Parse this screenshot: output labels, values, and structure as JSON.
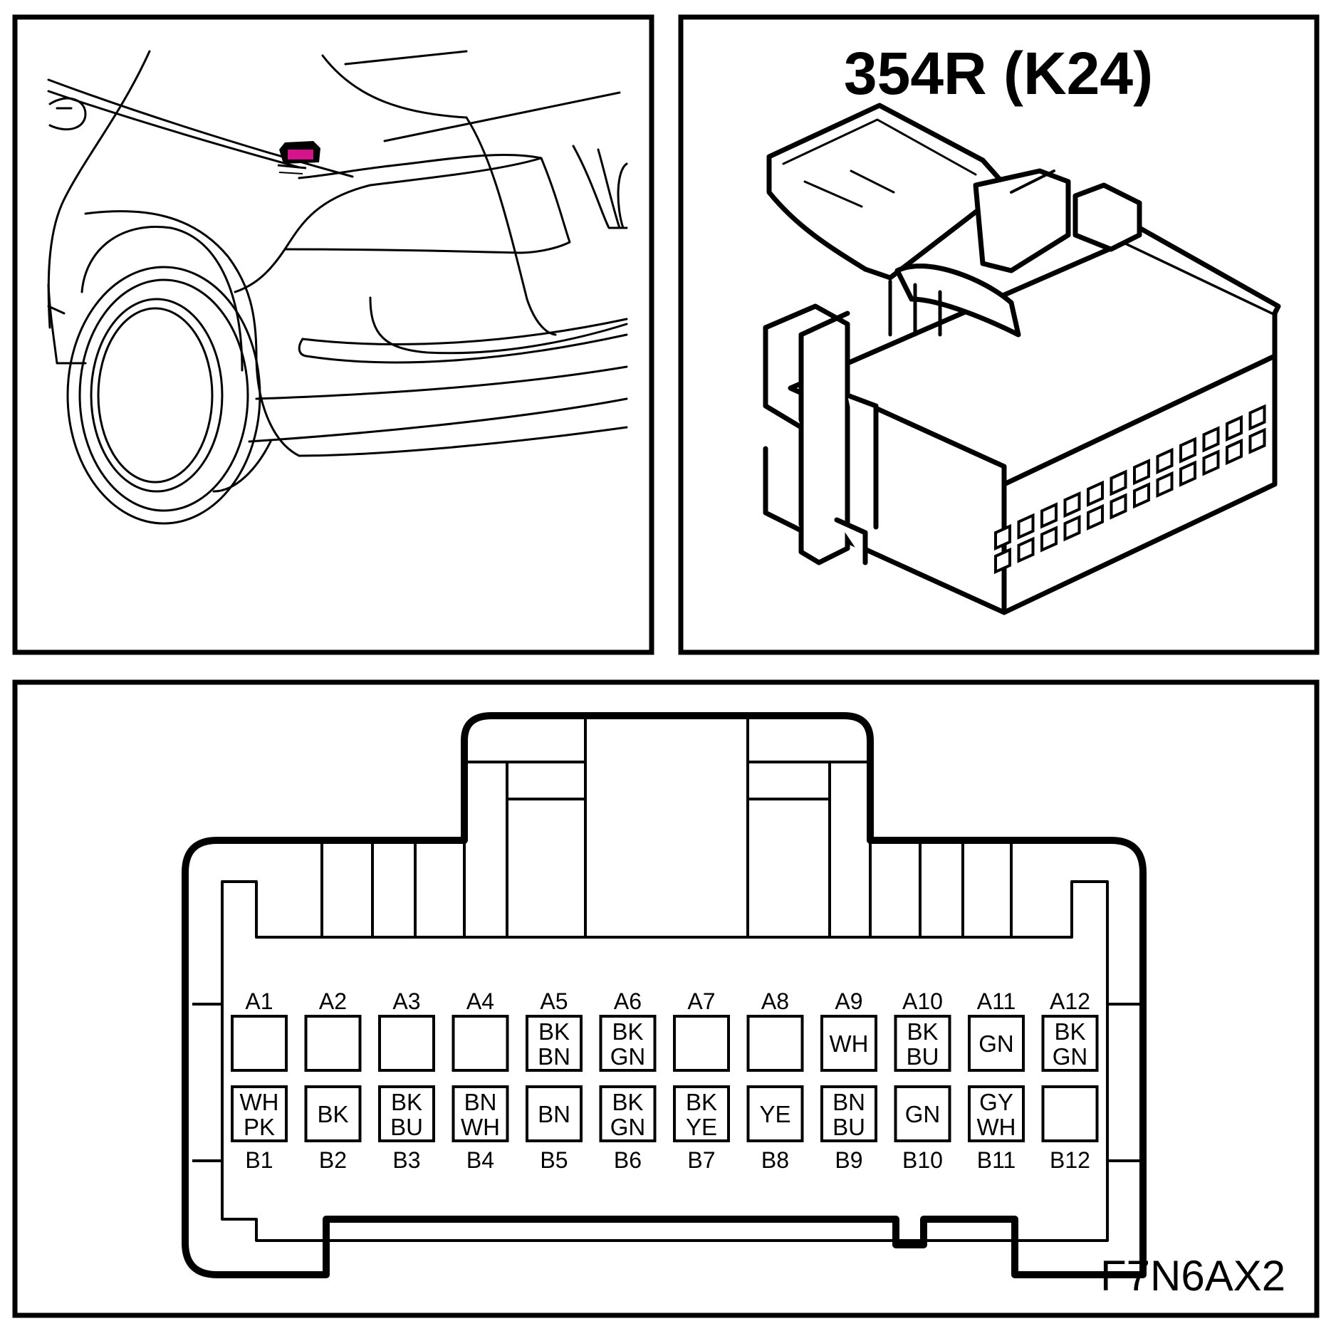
{
  "connector": {
    "title": "354R (K24)",
    "figure_code": "F7N6AX2",
    "location_marker_color": "#d4148a"
  },
  "pins": {
    "row_a": [
      {
        "label": "A1",
        "wires": []
      },
      {
        "label": "A2",
        "wires": []
      },
      {
        "label": "A3",
        "wires": []
      },
      {
        "label": "A4",
        "wires": []
      },
      {
        "label": "A5",
        "wires": [
          "BK",
          "BN"
        ]
      },
      {
        "label": "A6",
        "wires": [
          "BK",
          "GN"
        ]
      },
      {
        "label": "A7",
        "wires": []
      },
      {
        "label": "A8",
        "wires": []
      },
      {
        "label": "A9",
        "wires": [
          "WH"
        ]
      },
      {
        "label": "A10",
        "wires": [
          "BK",
          "BU"
        ]
      },
      {
        "label": "A11",
        "wires": [
          "GN"
        ]
      },
      {
        "label": "A12",
        "wires": [
          "BK",
          "GN"
        ]
      }
    ],
    "row_b": [
      {
        "label": "B1",
        "wires": [
          "WH",
          "PK"
        ]
      },
      {
        "label": "B2",
        "wires": [
          "BK"
        ]
      },
      {
        "label": "B3",
        "wires": [
          "BK",
          "BU"
        ]
      },
      {
        "label": "B4",
        "wires": [
          "BN",
          "WH"
        ]
      },
      {
        "label": "B5",
        "wires": [
          "BN"
        ]
      },
      {
        "label": "B6",
        "wires": [
          "BK",
          "GN"
        ]
      },
      {
        "label": "B7",
        "wires": [
          "BK",
          "YE"
        ]
      },
      {
        "label": "B8",
        "wires": [
          "YE"
        ]
      },
      {
        "label": "B9",
        "wires": [
          "BN",
          "BU"
        ]
      },
      {
        "label": "B10",
        "wires": [
          "GN"
        ]
      },
      {
        "label": "B11",
        "wires": [
          "GY",
          "WH"
        ]
      },
      {
        "label": "B12",
        "wires": []
      }
    ]
  }
}
